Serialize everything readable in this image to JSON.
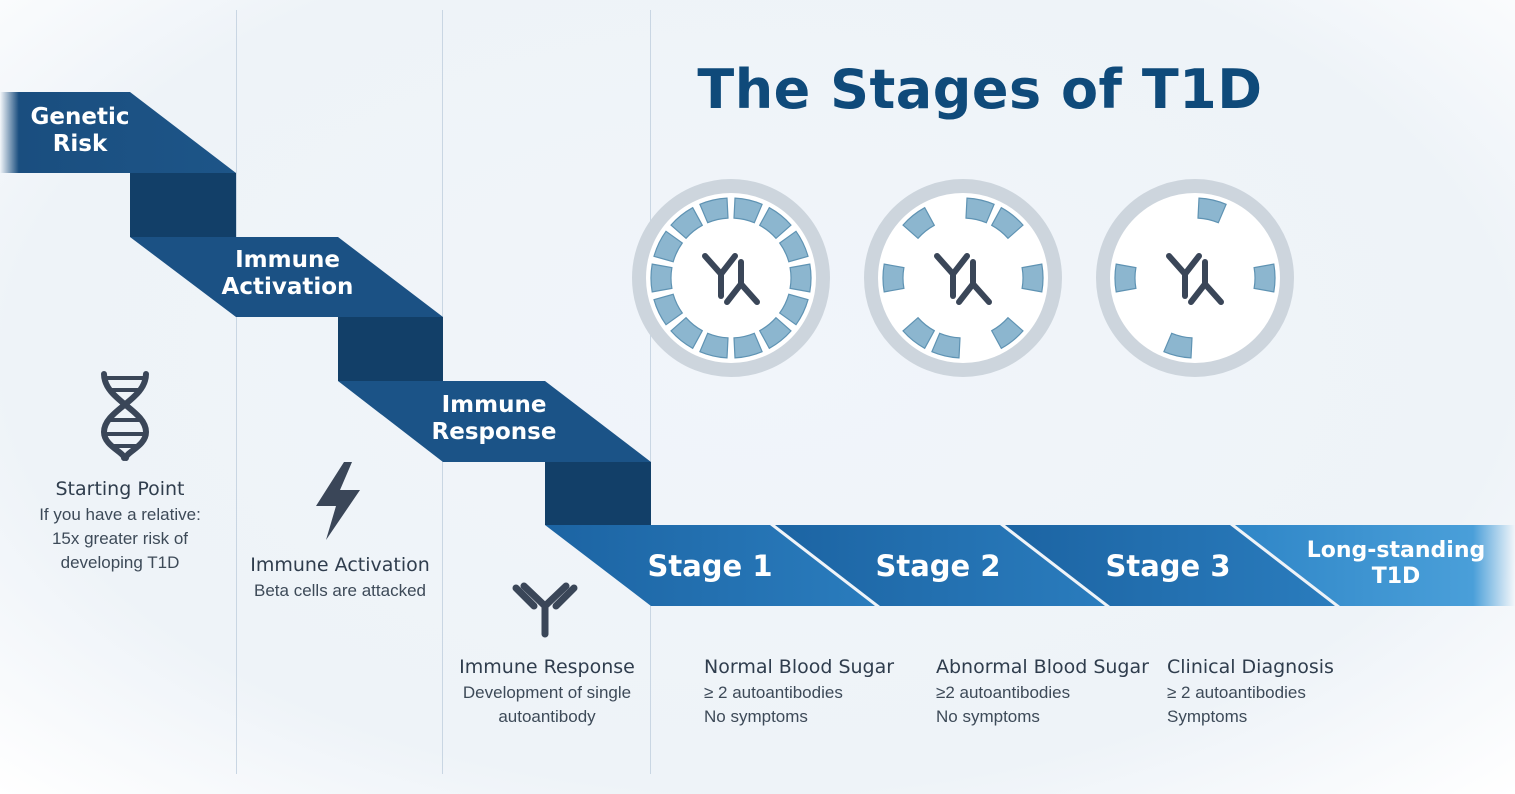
{
  "title": "The Stages of T1D",
  "ribbon": {
    "genetic_risk": [
      "Genetic",
      "Risk"
    ],
    "immune_activation": [
      "Immune",
      "Activation"
    ],
    "immune_response": [
      "Immune",
      "Response"
    ],
    "stage1": "Stage 1",
    "stage2": "Stage 2",
    "stage3": "Stage 3",
    "long_standing": [
      "Long-standing",
      "T1D"
    ]
  },
  "descriptions": {
    "starting_point": {
      "heading": "Starting Point",
      "lines": [
        "If you have a relative:",
        "15x greater risk of",
        "developing T1D"
      ]
    },
    "immune_activation": {
      "heading": "Immune Activation",
      "lines": [
        "Beta cells are attacked"
      ]
    },
    "immune_response": {
      "heading": "Immune Response",
      "lines": [
        "Development of single",
        "autoantibody"
      ]
    },
    "stage1": {
      "heading": "Normal Blood Sugar",
      "lines": [
        "≥ 2 autoantibodies",
        "No symptoms"
      ]
    },
    "stage2": {
      "heading": "Abnormal Blood Sugar",
      "lines": [
        "≥2 autoantibodies",
        "No symptoms"
      ]
    },
    "stage3": {
      "heading": "Clinical Diagnosis",
      "lines": [
        "≥ 2 autoantibodies",
        "Symptoms"
      ]
    }
  },
  "icons": {
    "dna": "dna-icon",
    "lightning": "lightning-bolt-icon",
    "antibody": "antibody-icon",
    "cell": "pancreatic-islet-cell-icon"
  },
  "cells": [
    {
      "beta_cells_remaining": 1.0
    },
    {
      "beta_cells_remaining": 0.6
    },
    {
      "beta_cells_remaining": 0.3
    }
  ],
  "colors": {
    "ribbon_dark": "#1a4e7f",
    "ribbon_shadow": "#0f3a61",
    "stage_blue": "#2270b0",
    "long_standing_blue": "#3d93d1",
    "title": "#0f4a7a",
    "icon": "#3a4658",
    "cell_ring": "#cdd5dd",
    "beta_cell": "#8cb6cf"
  }
}
